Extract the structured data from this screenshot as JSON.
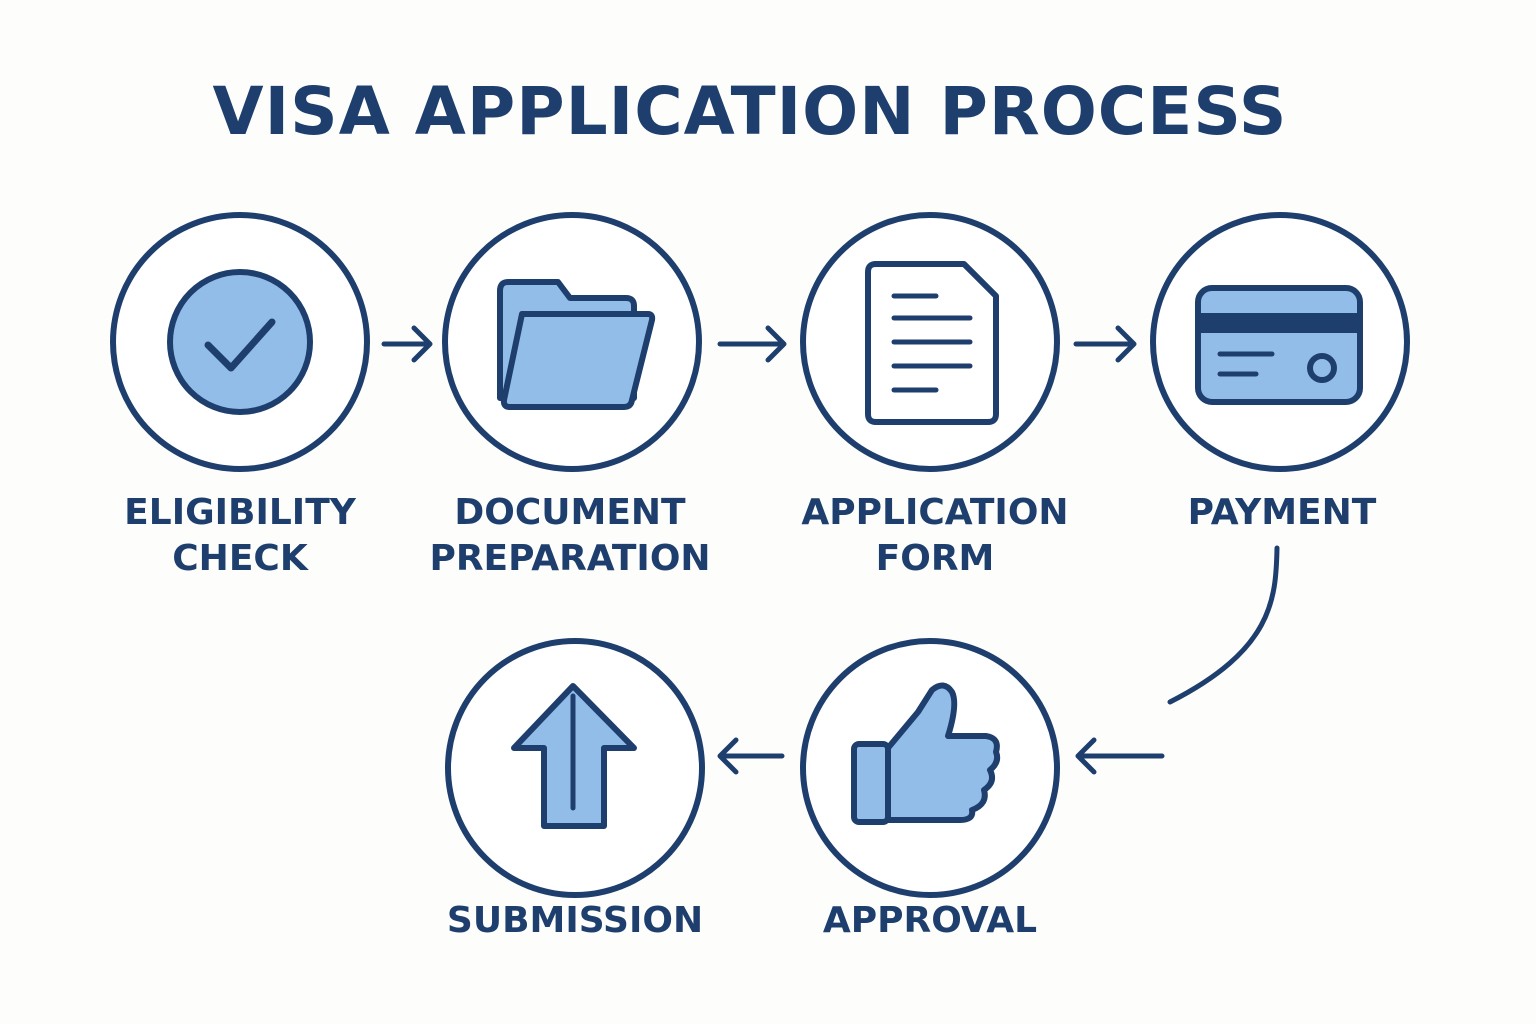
{
  "title": "VISA APPLICATION PROCESS",
  "colors": {
    "navy": "#1e3f6e",
    "fill": "#93bde9",
    "background": "#fdfdfb",
    "white": "#ffffff"
  },
  "steps": [
    {
      "id": "eligibility",
      "icon": "check-circle-icon",
      "label_lines": [
        "ELIGIBILITY",
        "CHECK"
      ]
    },
    {
      "id": "documents",
      "icon": "folder-icon",
      "label_lines": [
        "DOCUMENT",
        "PREPARATION"
      ]
    },
    {
      "id": "form",
      "icon": "document-icon",
      "label_lines": [
        "APPLICATION",
        "FORM"
      ]
    },
    {
      "id": "payment",
      "icon": "credit-card-icon",
      "label_lines": [
        "PAYMENT"
      ]
    },
    {
      "id": "approval",
      "icon": "thumbs-up-icon",
      "label_lines": [
        "APPROVAL"
      ]
    },
    {
      "id": "submission",
      "icon": "upload-arrow-icon",
      "label_lines": [
        "SUBMISSION"
      ]
    }
  ],
  "flow": [
    [
      "eligibility",
      "documents"
    ],
    [
      "documents",
      "form"
    ],
    [
      "form",
      "payment"
    ],
    [
      "payment",
      "approval"
    ],
    [
      "approval",
      "submission"
    ]
  ]
}
